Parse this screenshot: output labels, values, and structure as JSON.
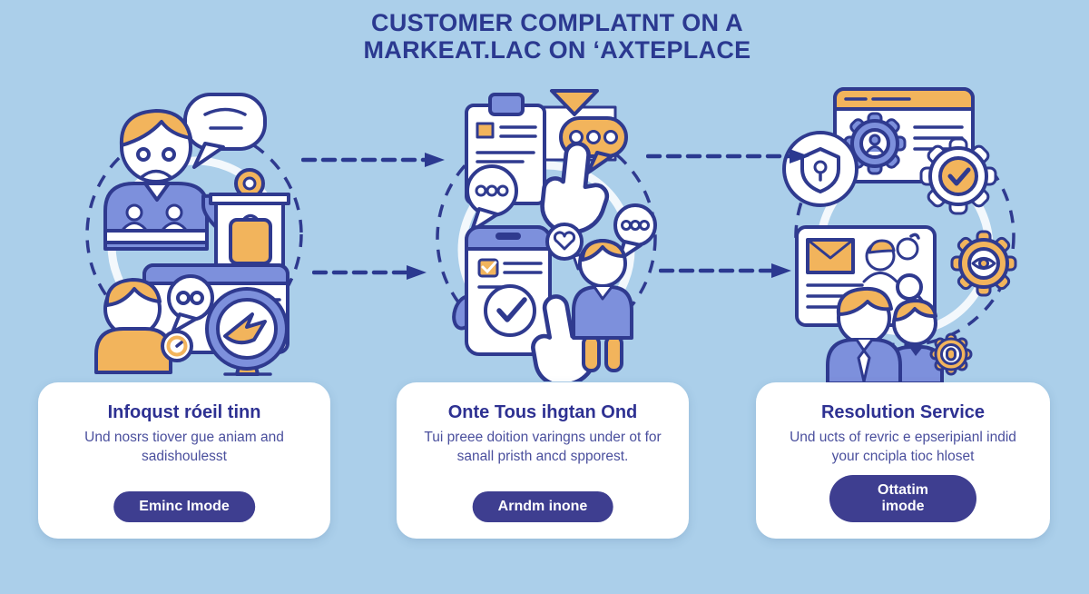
{
  "header": {
    "line1": "CUSTOMER COMPLATNT ON A",
    "line2": "MARKEAT.LAC ON ʻAXTEPLACE"
  },
  "steps": [
    {
      "title": "Infoqust róeil tinn",
      "body": "Und nosrs tiover gue aniam and sadishoulesst",
      "button": "Eminc Imode",
      "icons": [
        "unhappy-customer-icon",
        "speech-bubble-icon",
        "package-box-icon",
        "support-agent-icon",
        "browser-window-icon",
        "chat-bubble-icon",
        "timer-icon",
        "speed-gauge-icon"
      ]
    },
    {
      "title": "Onte Tous ihgtan Ond",
      "body": "Tui preee doition varingns under ot for sanall pristh ancd spporest.",
      "button": "Arndm inone",
      "icons": [
        "clipboard-form-icon",
        "envelope-icon",
        "chat-bubbles-icon",
        "pointing-hand-icon",
        "phone-checklist-icon",
        "approved-check-icon",
        "customer-icon",
        "heart-bubble-icon"
      ]
    },
    {
      "title": "Resolution Service",
      "body": "Und ucts of revric e epseripianl indid your cncipla tioc hloset",
      "button": "Ottatim imode",
      "icons": [
        "browser-settings-icon",
        "shield-icon",
        "gear-check-icon",
        "contact-card-icon",
        "gear-eye-icon",
        "support-team-icon",
        "award-badge-icon"
      ]
    }
  ],
  "flow": {
    "arrow_count": 4,
    "direction": "left-to-right"
  },
  "colors": {
    "background": "#abcfea",
    "outline_navy": "#2f3a8f",
    "title_navy": "#2b3990",
    "periwinkle_blue": "#7d90dc",
    "accent_orange": "#f2b45c",
    "card_background": "#ffffff",
    "button_background": "#3e3e90",
    "button_text": "#ffffff",
    "body_text": "#4a4f9d"
  }
}
